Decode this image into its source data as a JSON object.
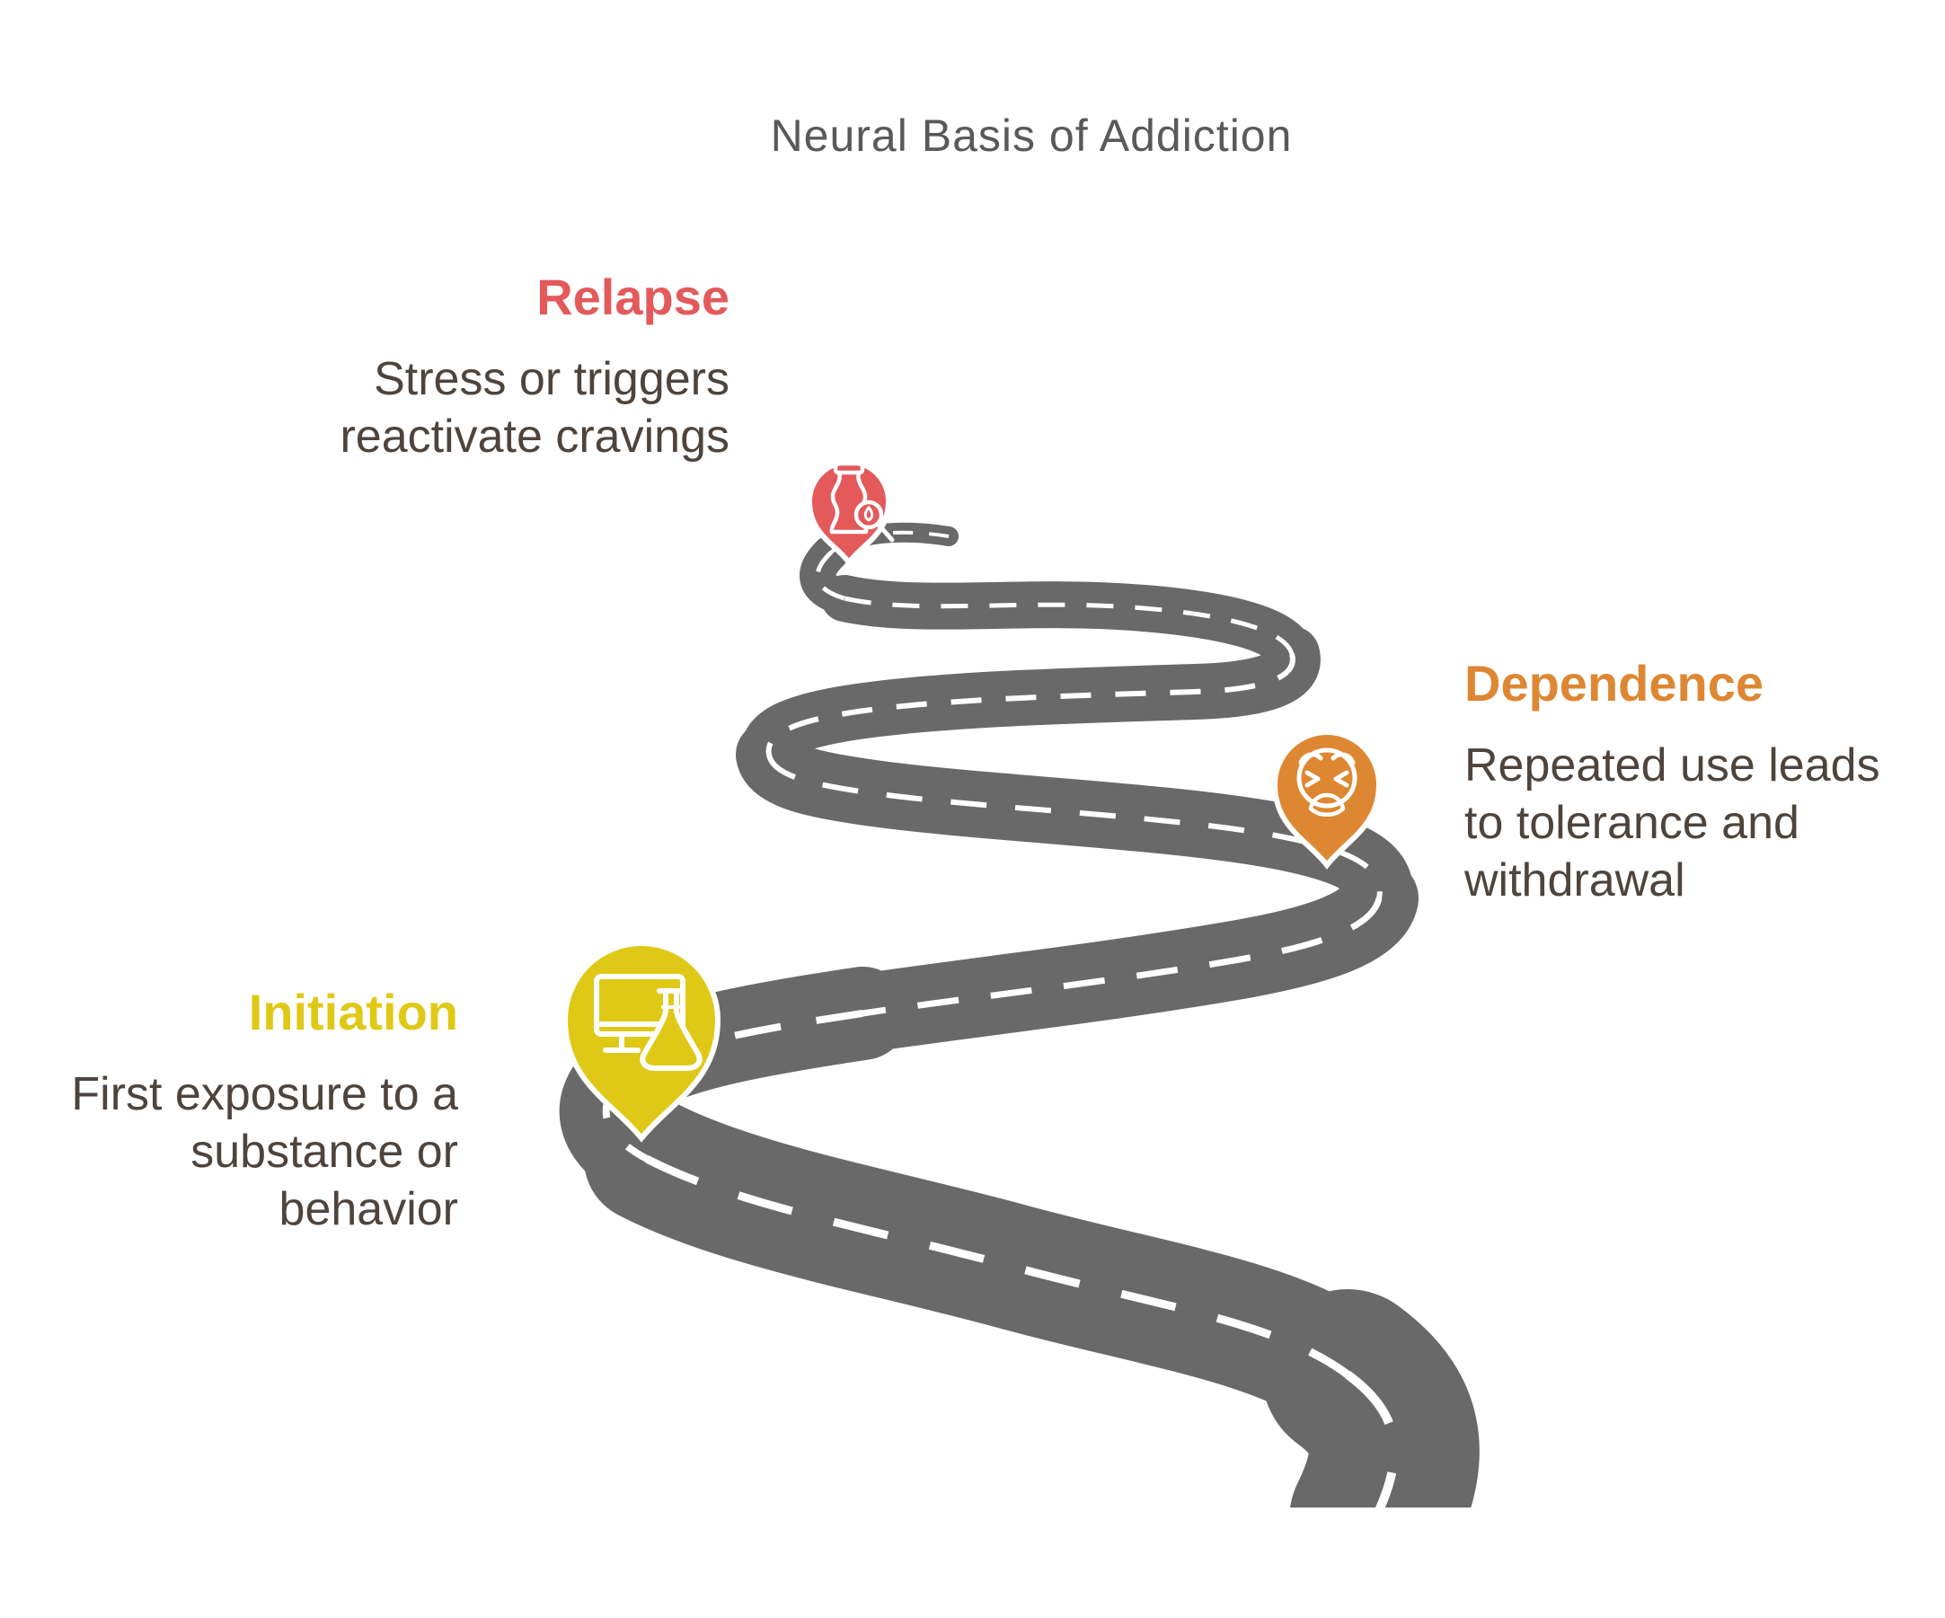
{
  "title": "Neural Basis of Addiction",
  "road": {
    "color": "#696969",
    "dash_color": "#FFFFFF",
    "description": "winding-road-timeline"
  },
  "colors": {
    "title_text": "#595959",
    "body_text": "#4E443C",
    "relapse_red": "#E4595A",
    "dependence_orange": "#DE8733",
    "initiation_yellow": "#DFC916",
    "pin_outline": "#FFFFFF"
  },
  "milestones": [
    {
      "id": "initiation",
      "label": "Initiation",
      "color": "#DFC916",
      "icon": "monitor-flask-icon",
      "desc_lines": [
        "First exposure to a",
        "substance or",
        "behavior"
      ]
    },
    {
      "id": "dependence",
      "label": "Dependence",
      "color": "#DE8733",
      "icon": "weary-face-icon",
      "desc_lines": [
        "Repeated use leads",
        "to tolerance and",
        "withdrawal"
      ]
    },
    {
      "id": "relapse",
      "label": "Relapse",
      "color": "#E4595A",
      "icon": "vase-magnifier-icon",
      "desc_lines": [
        "Stress or triggers",
        "reactivate cravings"
      ]
    }
  ]
}
